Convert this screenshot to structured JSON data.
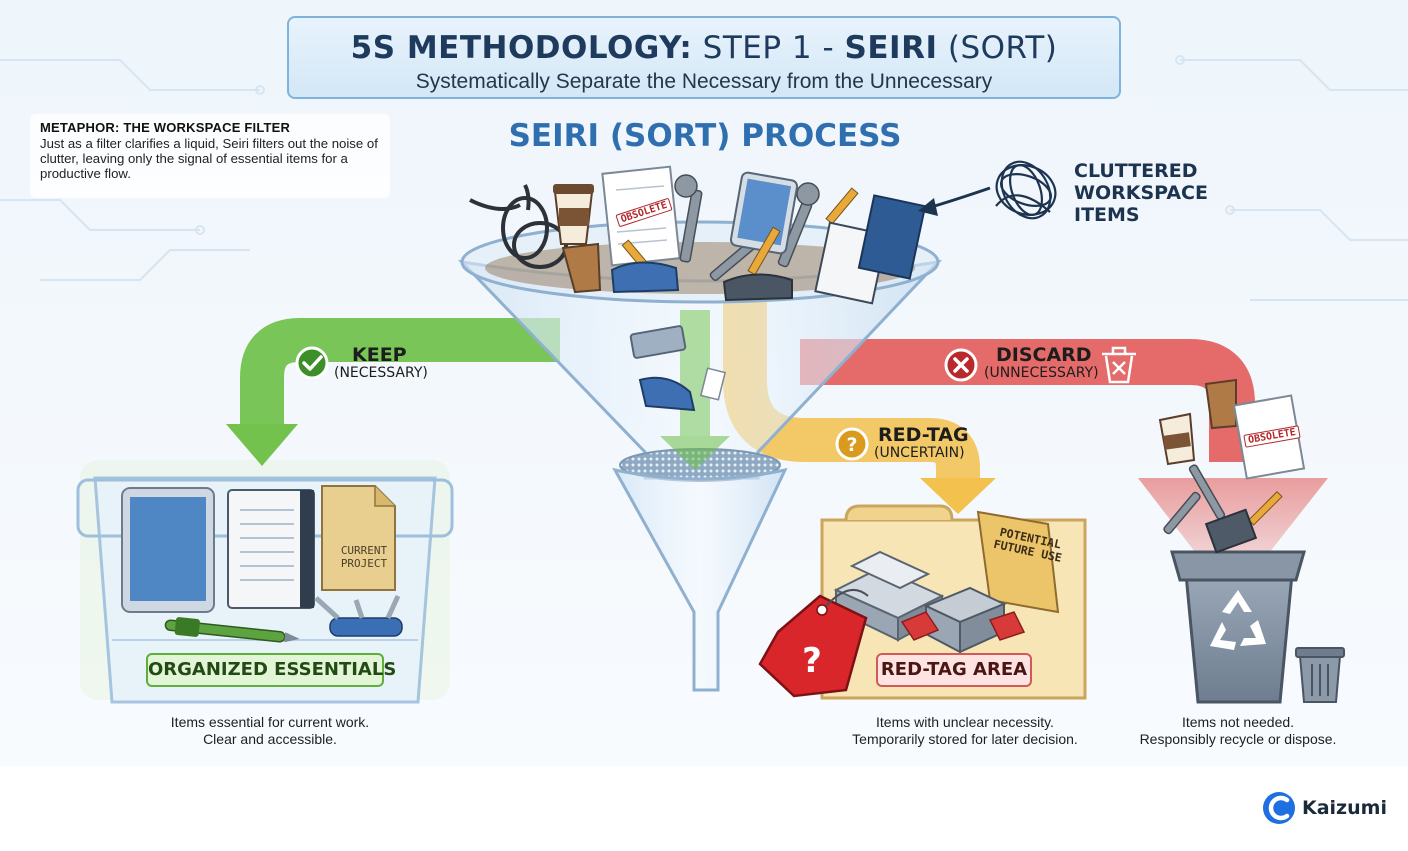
{
  "header": {
    "title_bold_1": "5S METHODOLOGY:",
    "title_light_1": "STEP 1 -",
    "title_bold_2": "SEIRI",
    "title_light_2": "(SORT)",
    "subtitle": "Systematically Separate the Necessary from the Unnecessary"
  },
  "metaphor": {
    "title": "METAPHOR: THE WORKSPACE FILTER",
    "body": "Just as a filter clarifies a liquid, Seiri filters out the noise of clutter, leaving only the signal of essential items for a productive flow."
  },
  "process_title": "SEIRI (SORT) PROCESS",
  "clutter_label": [
    "CLUTTERED",
    "WORKSPACE",
    "ITEMS"
  ],
  "flows": {
    "keep": {
      "label": "KEEP",
      "sub": "(NECESSARY)",
      "color": "#6cbf45"
    },
    "red_tag": {
      "label": "RED-TAG",
      "sub": "(UNCERTAIN)",
      "color": "#f2c14e"
    },
    "discard": {
      "label": "DISCARD",
      "sub": "(UNNECESSARY)",
      "color": "#e0524f"
    }
  },
  "destinations": {
    "keep": {
      "badge": "ORGANIZED ESSENTIALS",
      "folder_label": "CURRENT PROJECT",
      "caption": [
        "Items essential for current work.",
        "Clear and accessible."
      ]
    },
    "red_tag": {
      "badge": "RED-TAG AREA",
      "folder_label": "POTENTIAL FUTURE USE",
      "caption": [
        "Items with unclear necessity.",
        "Temporarily stored for later decision."
      ]
    },
    "discard": {
      "caption": [
        "Items not needed.",
        "Responsibly recycle or dispose."
      ]
    }
  },
  "obsolete_label": "OBSOLETE",
  "brand": {
    "name": "Kaizumi",
    "color": "#1f6fe0"
  },
  "icons": [
    "check-icon",
    "question-icon",
    "close-icon",
    "trash-icon",
    "recycle-icon",
    "tag-icon",
    "tangle-icon",
    "kaizumi-logo-icon"
  ]
}
